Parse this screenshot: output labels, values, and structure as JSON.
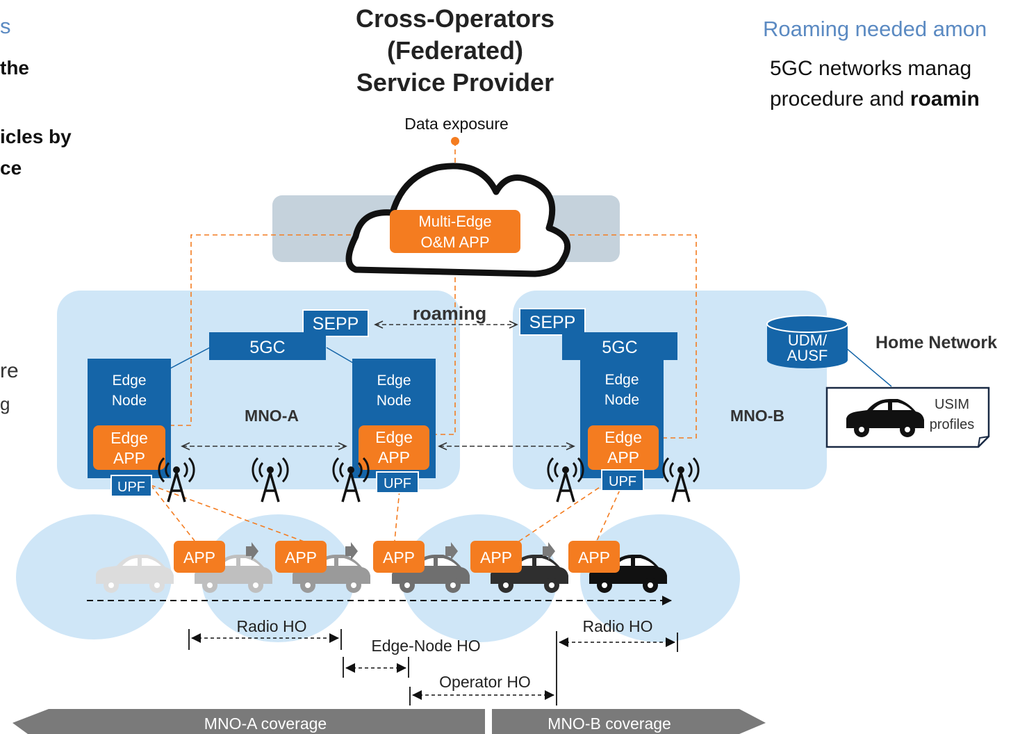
{
  "left_fragments": {
    "line1": "s",
    "line2": "the",
    "line3": "icles by",
    "line4": "ce",
    "line5": "re",
    "line6": "g"
  },
  "right_panel": {
    "heading": "Roaming needed amon",
    "line1": "5GC networks manag",
    "line2_normal": "procedure and ",
    "line2_bold": "roamin"
  },
  "title": {
    "line1": "Cross-Operators",
    "line2": "(Federated)",
    "line3": "Service Provider"
  },
  "data_exposure": "Data exposure",
  "multi_edge": {
    "line1": "Multi-Edge",
    "line2": "O&M APP"
  },
  "roaming": "roaming",
  "sepp": "SEPP",
  "fivegc": "5GC",
  "mno_a": "MNO-A",
  "mno_b": "MNO-B",
  "edge_node": {
    "line1": "Edge",
    "line2": "Node"
  },
  "edge_app": {
    "line1": "Edge",
    "line2": "APP"
  },
  "upf": "UPF",
  "udm": {
    "line1": "UDM/",
    "line2": "AUSF"
  },
  "home_network": "Home Network",
  "usim": {
    "line1": "USIM",
    "line2": "profiles"
  },
  "app": "APP",
  "radio_ho": "Radio HO",
  "edge_node_ho": "Edge-Node HO",
  "operator_ho": "Operator HO",
  "coverage_a": "MNO-A coverage",
  "coverage_b": "MNO-B coverage",
  "colors": {
    "orange": "#f47c20",
    "dark_blue": "#1565a8",
    "light_blue": "#cfe6f7",
    "cloud_panel": "#c5d2dc",
    "gray_arrow": "#7a7a7a"
  }
}
